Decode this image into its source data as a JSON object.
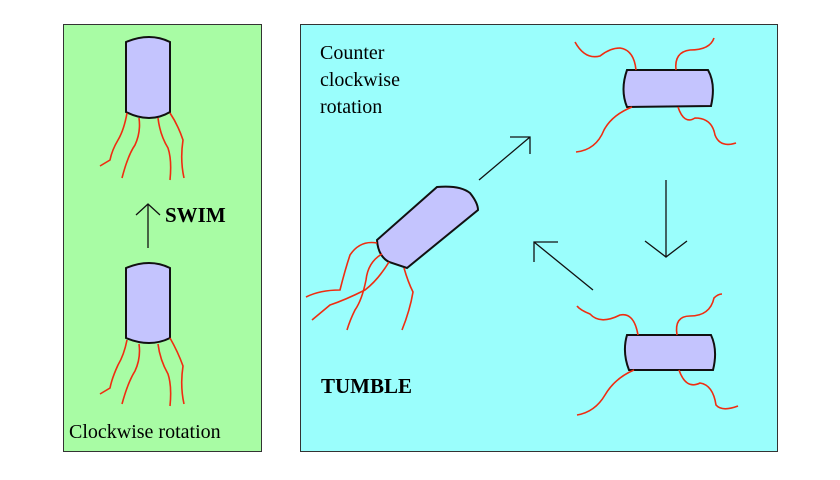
{
  "swim_panel": {
    "title": "SWIM",
    "caption": "Clockwise rotation",
    "background_color": "#a8fca4"
  },
  "tumble_panel": {
    "title": "TUMBLE",
    "caption": "Counter\nclockwise\nrotation",
    "background_color": "#9afefc"
  },
  "colors": {
    "cell_body": "#c4c4fe",
    "flagella": "#f02c10",
    "outline": "#111111"
  }
}
